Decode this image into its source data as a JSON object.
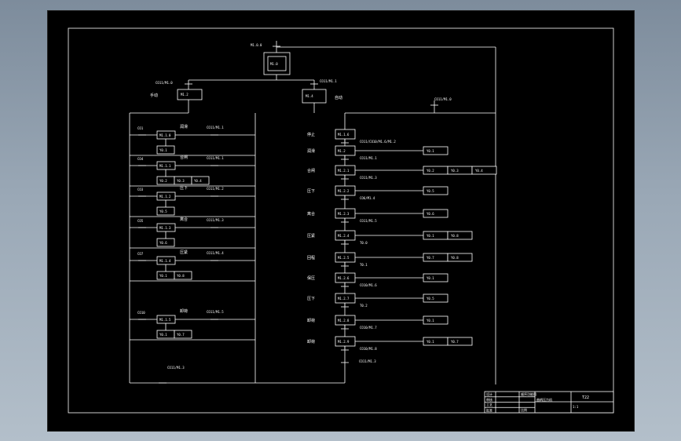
{
  "diagram": {
    "initial_step": "M1.0",
    "top_condition": "M1.0.0",
    "branch_conditions": [
      "CO11/M1.0",
      "CO11/M1.1"
    ],
    "branches": [
      {
        "name": "手动",
        "step": "M1.2"
      },
      {
        "name": "自动",
        "step": "M1.4"
      }
    ],
    "return_condition": "CO11/M1.3",
    "manual_steps": [
      {
        "cond": "CO1",
        "step": "M1.1.0",
        "label": "润滑",
        "reset": "CO11/M1.1",
        "outputs": [
          "Y0.1"
        ]
      },
      {
        "cond": "CO4",
        "step": "M1.1.1",
        "label": "合闸",
        "reset": "CO11/M1.1",
        "outputs": [
          "Y0.2",
          "Y0.3",
          "Y0.4"
        ]
      },
      {
        "cond": "CO3",
        "step": "M1.1.2",
        "label": "压下",
        "reset": "CO11/M1.2",
        "outputs": [
          "Y0.5"
        ]
      },
      {
        "cond": "CO5",
        "step": "M1.1.3",
        "label": "离合",
        "reset": "CO11/M1.3",
        "outputs": [
          "Y0.6"
        ]
      },
      {
        "cond": "CO7",
        "step": "M1.1.4",
        "label": "压紧",
        "reset": "CO11/M1.4",
        "outputs": [
          "Y0.1",
          "Y0.8"
        ]
      },
      {
        "cond": "CO10",
        "step": "M1.1.5",
        "label": "卸荷",
        "reset": "CO11/M1.5",
        "outputs": [
          "Y0.1",
          "Y0.7"
        ]
      }
    ],
    "manual_return": "CO11/M1.3",
    "auto_steps": [
      {
        "label": "停止",
        "step": "M1.1.6",
        "cond_after": "CO11/CO10/M1.6/M1.2",
        "outputs": []
      },
      {
        "label": "润滑",
        "step": "M1.2",
        "cond_after": "CO11/M1.1",
        "outputs": [
          "Y0.1"
        ]
      },
      {
        "label": "合闸",
        "step": "M1.2.1",
        "cond_after": "CO11/M1.3",
        "outputs": [
          "Y0.2",
          "Y0.3",
          "Y0.4"
        ]
      },
      {
        "label": "压下",
        "step": "M1.2.2",
        "cond_after": "CO6/M1.4",
        "outputs": [
          "Y0.5"
        ]
      },
      {
        "label": "离合",
        "step": "M1.2.3",
        "cond_after": "CO11/M1.5",
        "outputs": [
          "Y0.6"
        ]
      },
      {
        "label": "压紧",
        "step": "M1.2.4",
        "cond_after": "T0.0",
        "outputs": [
          "Y0.1",
          "Y0.8"
        ]
      },
      {
        "label": "回程",
        "step": "M1.2.5",
        "cond_after": "T0.1",
        "outputs": [
          "Y0.7",
          "Y0.8"
        ]
      },
      {
        "label": "保压",
        "step": "M1.2.6",
        "cond_after": "CO10/M1.6",
        "outputs": [
          "Y0.1"
        ]
      },
      {
        "label": "压下",
        "step": "M1.2.7",
        "cond_after": "T0.2",
        "outputs": [
          "Y0.5"
        ]
      },
      {
        "label": "卸荷",
        "step": "M1.2.8",
        "cond_after": "CO10/M1.7",
        "outputs": [
          "Y0.1"
        ]
      },
      {
        "label": "卸荷",
        "step": "M1.2.9",
        "cond_after": "CO10/M1.8",
        "outputs": [
          "Y0.1",
          "Y0.7"
        ]
      }
    ],
    "auto_top_condition": "CO11/M1.0",
    "auto_return": "CO11/M1.3"
  },
  "title_block": {
    "rows": [
      "设计",
      "审核",
      "工艺",
      "批准"
    ],
    "project": "顺序功能图",
    "drawing": "曲柄压力机",
    "sheet_no": "T22",
    "scale": "1:1",
    "note": "比例"
  }
}
